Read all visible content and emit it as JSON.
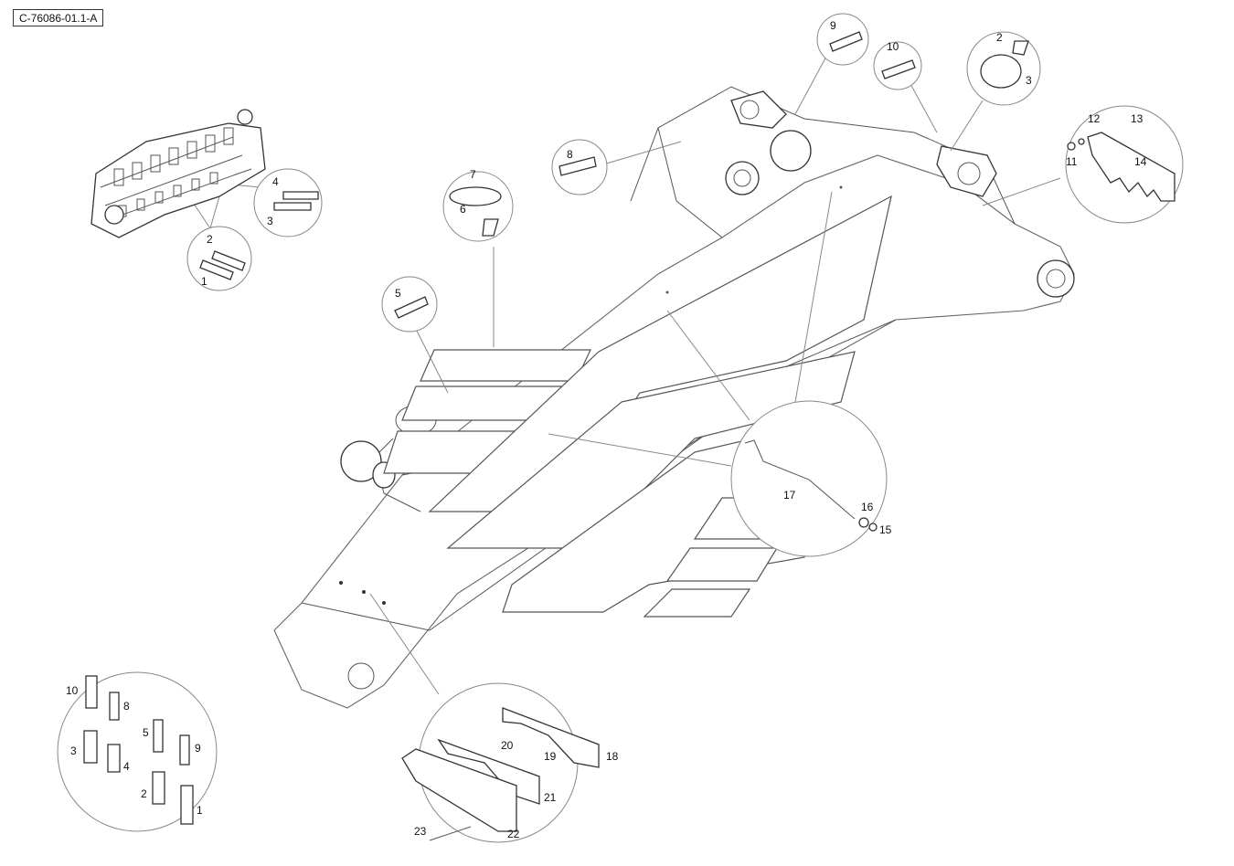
{
  "diagram": {
    "reference_code": "C-76086-01.1-A",
    "callouts": {
      "valve_fittings": [
        "2",
        "1",
        "4",
        "3"
      ],
      "fitting_5": "5",
      "clamp": [
        "7",
        "6"
      ],
      "fitting_8": "8",
      "fitting_9": "9",
      "fitting_10": "10",
      "clamp_top": [
        "2",
        "3"
      ],
      "bracket": [
        "12",
        "13",
        "11",
        "14"
      ],
      "hose": [
        "17",
        "16",
        "15"
      ],
      "pipe_holder": [
        "20",
        "19",
        "18",
        "21",
        "22",
        "23"
      ],
      "fitting_set": [
        "10",
        "8",
        "5",
        "9",
        "3",
        "4",
        "2",
        "1"
      ]
    }
  }
}
